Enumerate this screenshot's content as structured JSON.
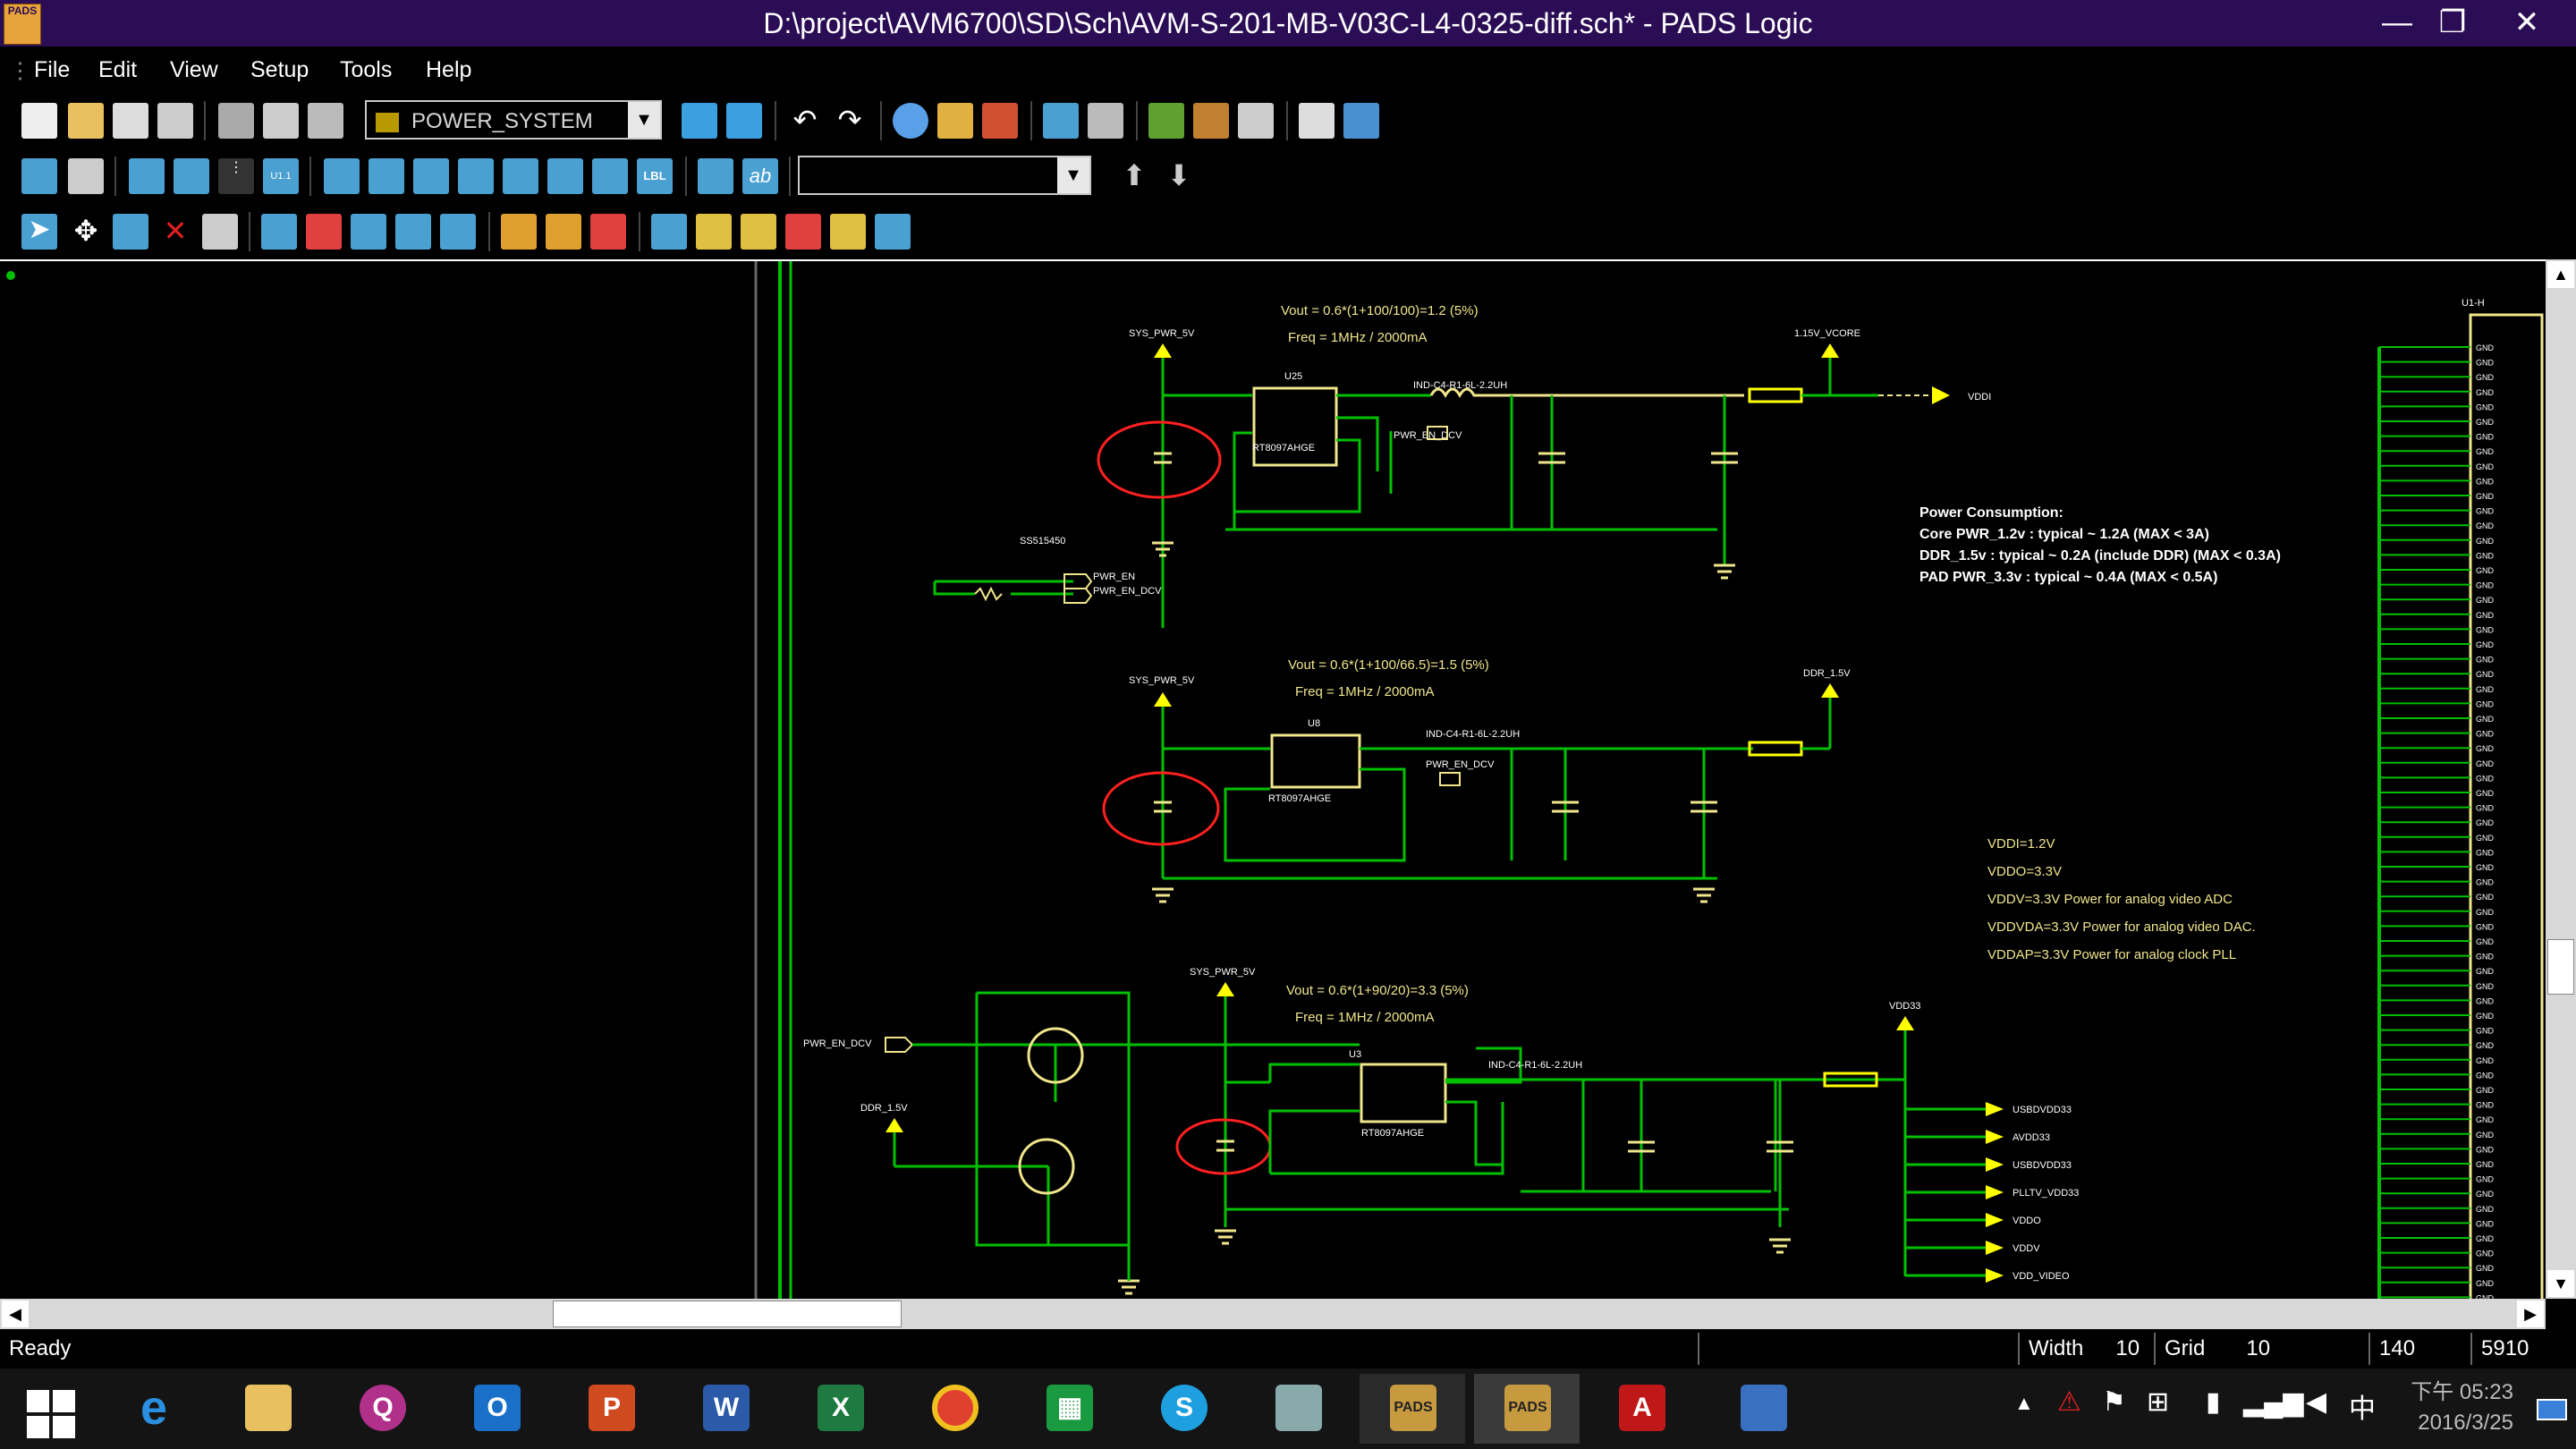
{
  "window": {
    "title": "D:\\project\\AVM6700\\SD\\Sch\\AVM-S-201-MB-V03C-L4-0325-diff.sch* - PADS Logic",
    "app_icon_text": "PADS",
    "minimize": "—",
    "restore": "❐",
    "close": "✕"
  },
  "menu": [
    "File",
    "Edit",
    "View",
    "Setup",
    "Tools",
    "Help"
  ],
  "toolbar": {
    "sheet_combo": "POWER_SYSTEM",
    "second_combo": "",
    "lbl_button": "LBL",
    "ab_button": "ab",
    "u_button": "U1.1"
  },
  "schematic": {
    "block1": {
      "formula": "Vout = 0.6*(1+100/100)=1.2 (5%)",
      "freq": "Freq = 1MHz / 2000mA",
      "input_net": "SYS_PWR_5V",
      "output_net": "1.15V_VCORE",
      "chip": "U25",
      "part": "RT8097AHGE",
      "inductor": "IND-C4-R1-6L-2.2UH",
      "enable_net": "PWR_EN_DCV",
      "out_label": "VDDI"
    },
    "enable_circuit": {
      "ref": "SS515450",
      "net1": "PWR_EN",
      "net2": "PWR_EN_DCV"
    },
    "block2": {
      "formula": "Vout = 0.6*(1+100/66.5)=1.5 (5%)",
      "freq": "Freq = 1MHz / 2000mA",
      "input_net": "SYS_PWR_5V",
      "output_net": "DDR_1.5V",
      "chip": "U8",
      "part": "RT8097AHGE",
      "enable_net": "PWR_EN_DCV"
    },
    "block3": {
      "formula": "Vout = 0.6*(1+90/20)=3.3 (5%)",
      "freq": "Freq = 1MHz / 2000mA",
      "input_net": "SYS_PWR_5V",
      "output_net": "VDD33",
      "chip": "U3",
      "part": "RT8097AHGE",
      "enable_net": "PWR_EN_DCV",
      "ddr_net": "DDR_1.5V",
      "outputs": [
        "USBDVDD33",
        "AVDD33",
        "USBDVDD33",
        "PLLTV_VDD33",
        "VDDO",
        "VDDV",
        "VDD_VIDEO"
      ]
    },
    "power_consumption": {
      "title": "Power Consumption:",
      "lines": [
        "Core PWR_1.2v : typical ~ 1.2A (MAX < 3A)",
        "DDR_1.5v : typical ~ 0.2A (include DDR) (MAX < 0.3A)",
        "PAD PWR_3.3v : typical ~ 0.4A (MAX < 0.5A)"
      ]
    },
    "notes": [
      "VDDI=1.2V",
      "VDDO=3.3V",
      "VDDV=3.3V Power for analog video ADC",
      "VDDVDA=3.3V Power for analog video DAC.",
      "VDDAP=3.3V Power for analog clock PLL"
    ],
    "connector_ref": "U1-H",
    "connector_pin_label": "GND"
  },
  "status": {
    "state": "Ready",
    "width_label": "Width",
    "width_value": "10",
    "grid_label": "Grid",
    "grid_value": "10",
    "x": "140",
    "y": "5910"
  },
  "taskbar": {
    "apps": [
      "Internet Explorer",
      "File Explorer",
      "Qoppa",
      "Outlook",
      "PowerPoint",
      "Word",
      "Excel",
      "Chrome",
      "Calculator",
      "Skype",
      "Viewer",
      "PADS",
      "PADS",
      "Acrobat",
      "Remote"
    ],
    "clock_time": "下午 05:23",
    "clock_date": "2016/3/25",
    "ime": "中"
  },
  "colors": {
    "title_bg": "#2b0d55",
    "wire": "#00c000",
    "component": "#f0e68c",
    "highlight": "#ff2020",
    "power_symbol": "#ffff00"
  }
}
